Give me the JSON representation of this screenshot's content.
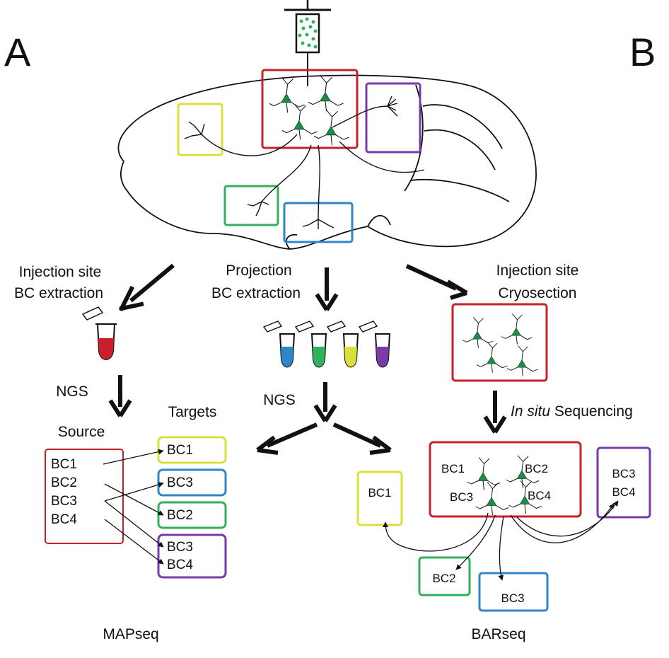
{
  "panels": {
    "a": "A",
    "b": "B"
  },
  "colors": {
    "red": "#c8202b",
    "yellow": "#d9e03a",
    "green": "#2fb35a",
    "blue": "#2f86c9",
    "purple": "#7a3aa8",
    "neuron": "#1f8a4c",
    "ink": "#111111"
  },
  "labels": {
    "injection_bc_1": "Injection site",
    "injection_bc_2": "BC extraction",
    "projection_bc_1": "Projection",
    "projection_bc_2": "BC extraction",
    "cryo_1": "Injection site",
    "cryo_2": "Cryosection",
    "ngs_left": "NGS",
    "ngs_mid": "NGS",
    "insitu_italic": "In situ",
    "insitu_rest": " Sequencing",
    "targets": "Targets",
    "source": "Source",
    "mapseq": "MAPseq",
    "barseq": "BARseq"
  },
  "mapseq": {
    "source": [
      "BC1",
      "BC2",
      "BC3",
      "BC4"
    ],
    "targets": [
      "BC1",
      "BC3",
      "BC2",
      "BC3",
      "BC4"
    ]
  },
  "barseq": {
    "injection": [
      "BC1",
      "BC2",
      "BC3",
      "BC4"
    ],
    "yellow": "BC1",
    "green": "BC2",
    "blue": "BC3",
    "purple": [
      "BC3",
      "BC4"
    ]
  },
  "icons": [
    "syringe-icon",
    "tube-icon",
    "neuron-icon",
    "arrow-icon"
  ]
}
